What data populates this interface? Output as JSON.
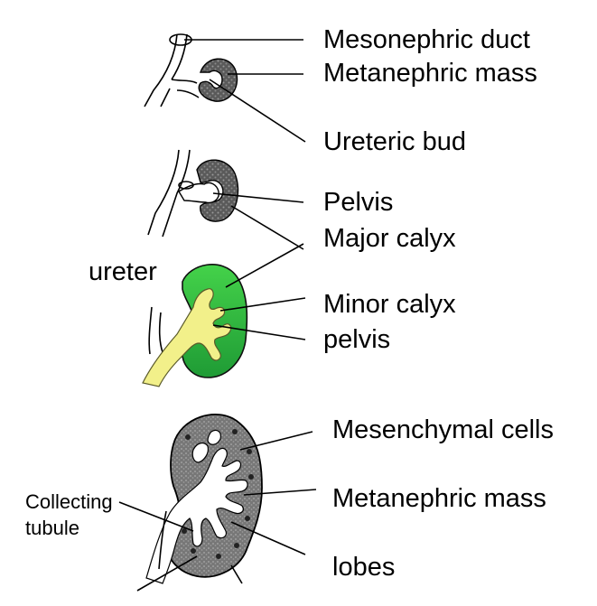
{
  "stage1": {
    "mesonephric_duct": "Mesonephric duct",
    "metanephric_mass": "Metanephric mass",
    "ureteric_bud": "Ureteric bud"
  },
  "stage2": {
    "pelvis": "Pelvis",
    "major_calyx": "Major calyx"
  },
  "stage3": {
    "ureter": "ureter",
    "minor_calyx": "Minor calyx",
    "pelvis": "pelvis"
  },
  "stage4": {
    "mesenchymal_cells": "Mesenchymal cells",
    "metanephric_mass": "Metanephric mass",
    "lobes": "lobes",
    "collecting_tubule_line1": "Collecting",
    "collecting_tubule_line2": "tubule"
  },
  "colors": {
    "kidney_green": "#3dbb3d",
    "kidney_green_dark": "#1e8a2a",
    "pelvis_yellow": "#f2f08a",
    "mesenchyme_gray": "#8a8a8a"
  }
}
